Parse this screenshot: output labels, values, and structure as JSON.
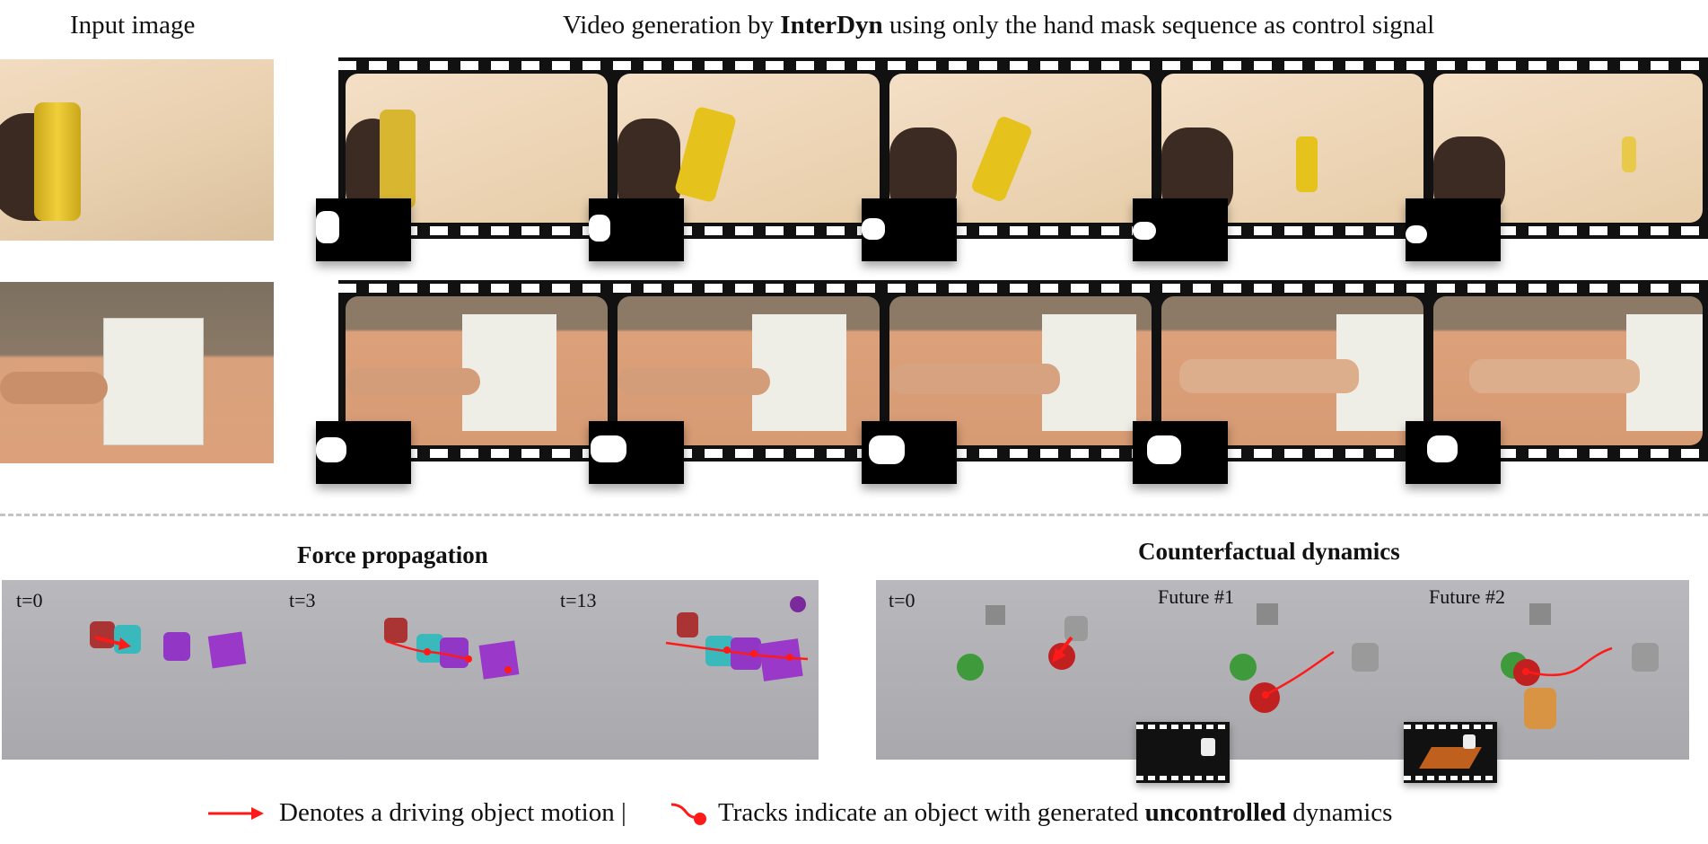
{
  "header": {
    "input_label": "Input image",
    "video_label_pre": "Video generation by ",
    "video_label_brand": "InterDyn",
    "video_label_post": " using only the hand mask sequence as control signal"
  },
  "bottom": {
    "force_title": "Force propagation",
    "counterfactual_title": "Counterfactual dynamics",
    "force_frames": [
      "t=0",
      "t=3",
      "t=13"
    ],
    "cf_frames": [
      "t=0",
      "Future #1",
      "Future #2"
    ]
  },
  "legend": {
    "arrow_text": "Denotes a driving object motion |",
    "track_text_pre": "Tracks indicate an object with generated ",
    "track_text_bold": "uncontrolled",
    "track_text_post": " dynamics"
  },
  "colors": {
    "arrow": "#ff1a1a",
    "film": "#111111",
    "scene_bg": "#b2b2b6"
  }
}
